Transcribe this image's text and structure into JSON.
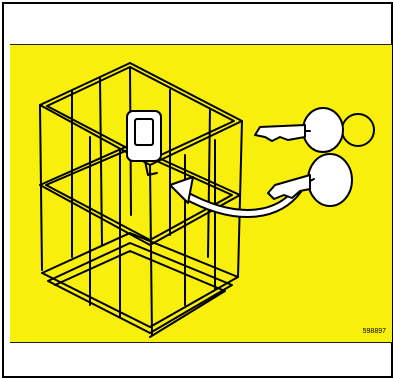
{
  "figure": {
    "reference_number": "598897",
    "panel_color": "#f8ef0d",
    "line_color": "#000000",
    "icons": [
      "basket-cage",
      "key-switch",
      "keys",
      "insert-arrow"
    ]
  }
}
